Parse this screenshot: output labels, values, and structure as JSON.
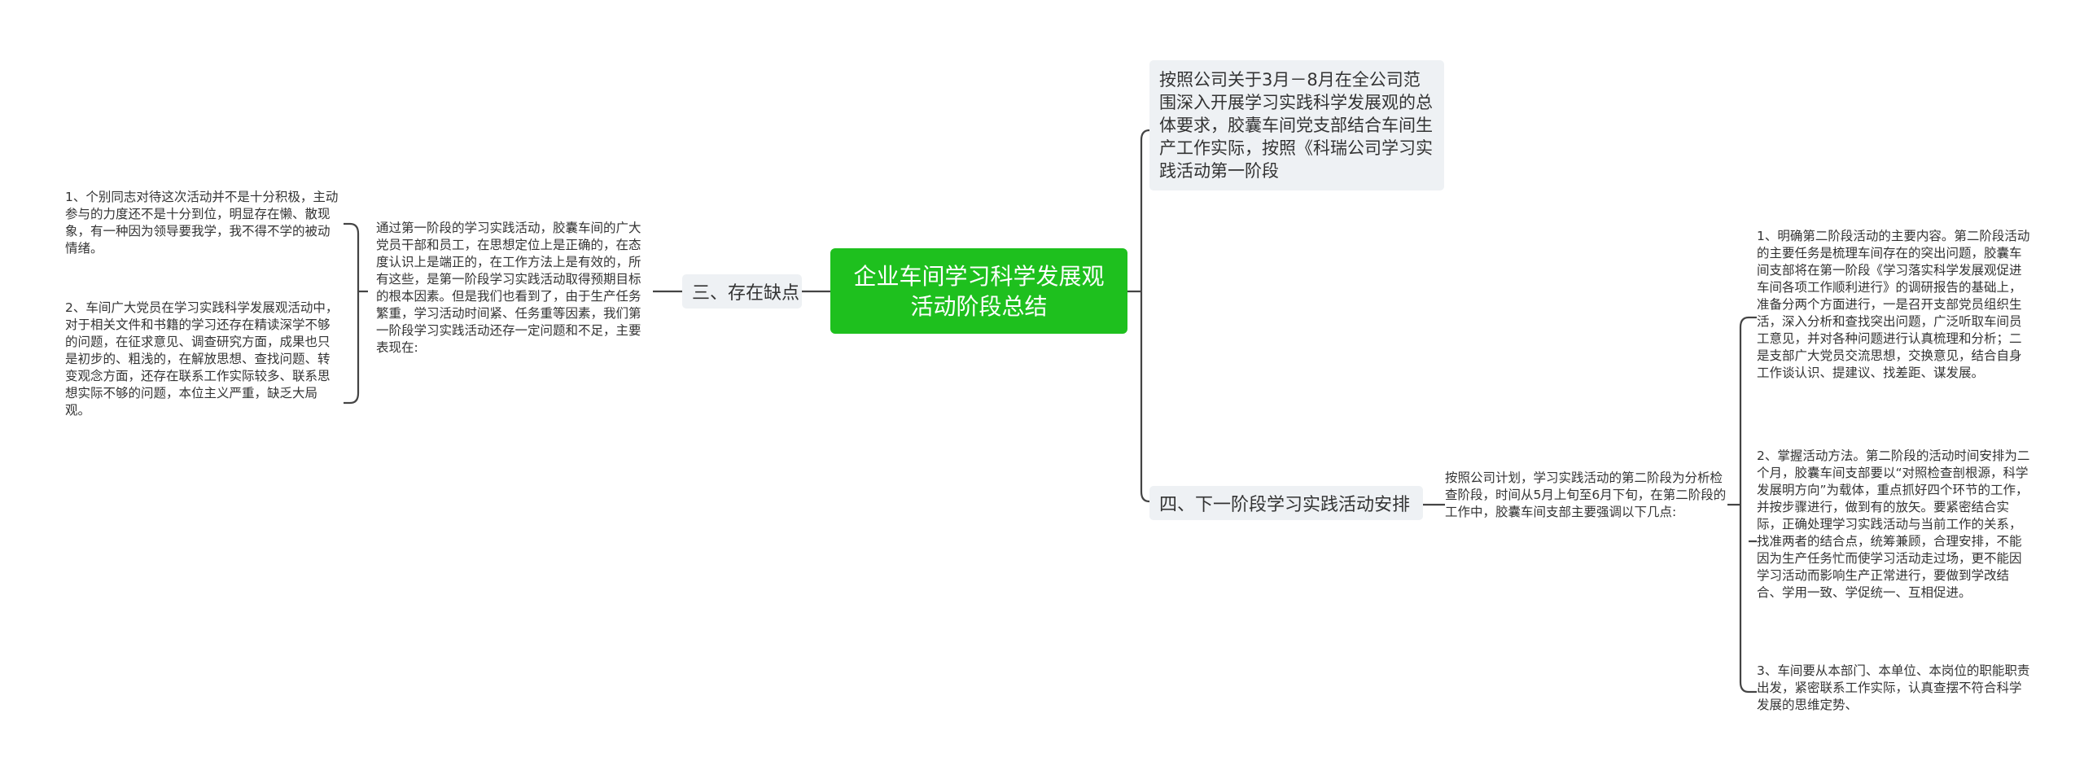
{
  "root": {
    "title": "企业车间学习科学发展观活动阶段总结"
  },
  "branches": {
    "intro": {
      "text": "按照公司关于3月－8月在全公司范围深入开展学习实践科学发展观的总体要求，胶囊车间党支部结合车间生产工作实际，按照《科瑞公司学习实践活动第一阶段"
    },
    "shortcomings": {
      "label": "三、存在缺点",
      "summary": "通过第一阶段的学习实践活动，胶囊车间的广大党员干部和员工，在思想定位上是正确的，在态度认识上是端正的，在工作方法上是有效的，所有这些，是第一阶段学习实践活动取得预期目标的根本因素。但是我们也看到了，由于生产任务繁重，学习活动时间紧、任务重等因素，我们第一阶段学习实践活动还存一定问题和不足，主要表现在:",
      "points": [
        "1、个别同志对待这次活动并不是十分积极，主动参与的力度还不是十分到位，明显存在懒、散现象，有一种因为领导要我学，我不得不学的被动情绪。",
        "2、车间广大党员在学习实践科学发展观活动中，对于相关文件和书籍的学习还存在精读深学不够的问题，在征求意见、调查研究方面，成果也只是初步的、粗浅的，在解放思想、查找问题、转变观念方面，还存在联系工作实际较多、联系思想实际不够的问题，本位主义严重，缺乏大局观。"
      ]
    },
    "next": {
      "label": "四、下一阶段学习实践活动安排",
      "summary": "按照公司计划，学习实践活动的第二阶段为分析检查阶段，时间从5月上旬至6月下旬，在第二阶段的工作中，胶囊车间支部主要强调以下几点:",
      "points": [
        "1、明确第二阶段活动的主要内容。第二阶段活动的主要任务是梳理车间存在的突出问题，胶囊车间支部将在第一阶段《学习落实科学发展观促进车间各项工作顺利进行》的调研报告的基础上，准备分两个方面进行，一是召开支部党员组织生活，深入分析和查找突出问题，广泛听取车间员工意见，并对各种问题进行认真梳理和分析；二是支部广大党员交流思想，交换意见，结合自身工作谈认识、提建议、找差距、谋发展。",
        "2、掌握活动方法。第二阶段的活动时间安排为二个月，胶囊车间支部要以“对照检查剖根源，科学发展明方向”为载体，重点抓好四个环节的工作，并按步骤进行，做到有的放矢。要紧密结合实际，正确处理学习实践活动与当前工作的关系，找准两者的结合点，统筹兼顾，合理安排，不能因为生产任务忙而使学习活动走过场，更不能因学习活动而影响生产正常进行，要做到学改结合、学用一致、学促统一、互相促进。",
        "3、车间要从本部门、本单位、本岗位的职能职责出发，紧密联系工作实际，认真查摆不符合科学发展的思维定势、"
      ]
    }
  }
}
